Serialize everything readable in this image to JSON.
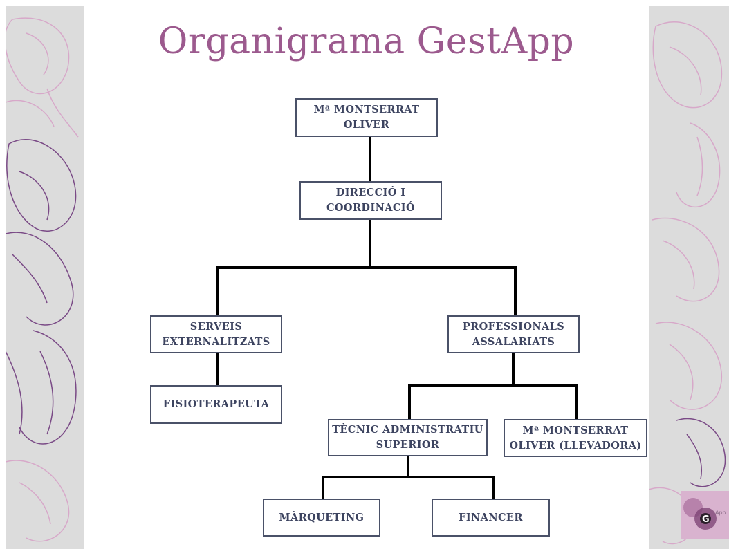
{
  "title": "Organigrama GestApp",
  "colors": {
    "title": "#9c5a8e",
    "node_border": "#4a5168",
    "node_text": "#3d4460",
    "connector": "#000000",
    "side_panel": "#dcdcdc",
    "flower_light": "#d7a8c9",
    "flower_dark": "#7a4a86"
  },
  "nodes": {
    "owner": {
      "line1": "Mª MONTSERRAT",
      "line2": "OLIVER"
    },
    "direction": {
      "line1": "DIRECCIÓ I",
      "line2": "COORDINACIÓ"
    },
    "external": {
      "line1": "SERVEIS",
      "line2": "EXTERNALITZATS"
    },
    "salaried": {
      "line1": "PROFESSIONALS",
      "line2": "ASSALARIATS"
    },
    "physio": {
      "line1": "FISIOTERAPEUTA"
    },
    "technician": {
      "line1": "TÈCNIC ADMINISTRATIU",
      "line2": "SUPERIOR"
    },
    "midwife": {
      "line1": "Mª MONTSERRAT",
      "line2": "OLIVER (LLEVADORA)"
    },
    "marketing": {
      "line1": "MÀRQUETING"
    },
    "finance": {
      "line1": "FINANCER"
    }
  },
  "logo": {
    "letter": "G",
    "text": "App"
  }
}
